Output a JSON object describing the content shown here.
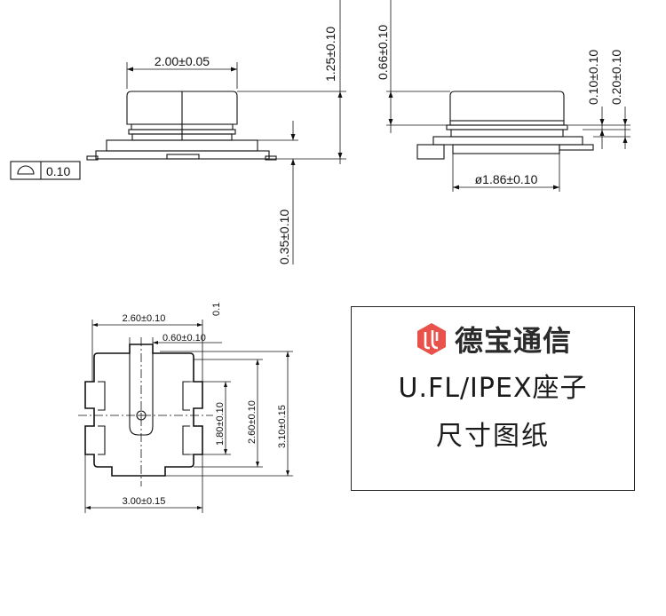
{
  "labels": {
    "top_width": "2.00±0.05",
    "overall_height": "1.25±0.10",
    "flat_value": "0.10",
    "base_thickness": "0.35±0.10",
    "side_height": "0.66±0.10",
    "step1": "0.10±0.10",
    "step2": "0.20±0.10",
    "diameter": "ø1.86±0.10",
    "bottom_width_260": "2.60±0.10",
    "bottom_width_060": "0.60±0.10",
    "bottom_height_180": "1.80±0.10",
    "bottom_height_260": "2.60±0.10",
    "bottom_height_310": "3.10±0.15",
    "bottom_width_300": "3.00±0.15",
    "tiny_mark": "0.1"
  },
  "brand": {
    "name": "德宝通信",
    "subtitle": "U.FL/IPEX座子",
    "caption": "尺寸图纸",
    "logo_color": "#e8524a"
  }
}
